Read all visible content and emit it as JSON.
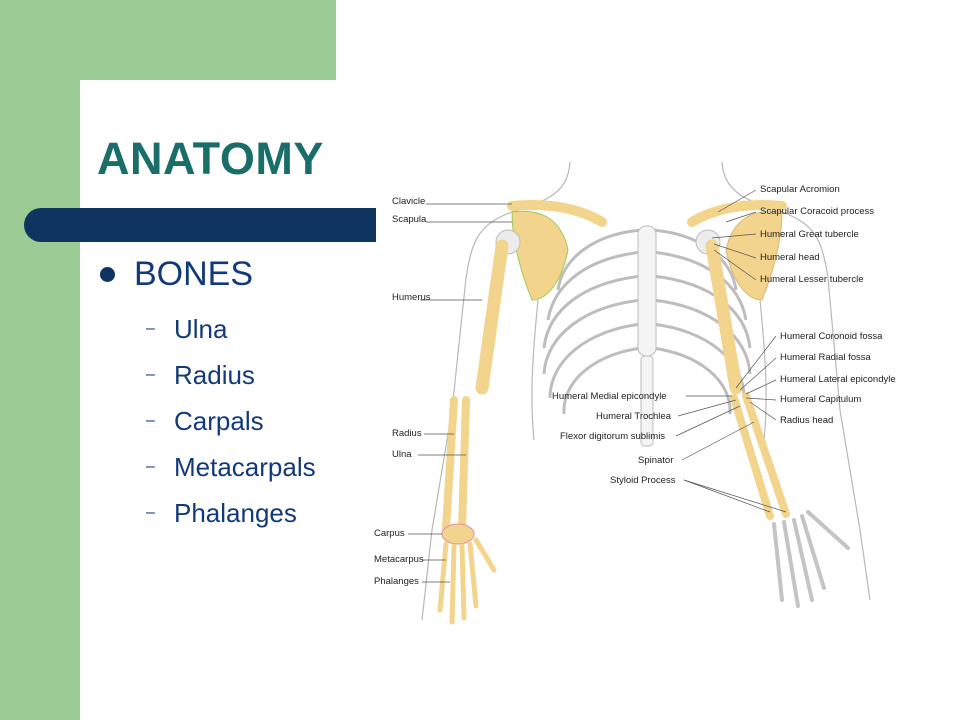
{
  "slide": {
    "title": "ANATOMY",
    "bullet": "BONES",
    "sub_items": [
      "Ulna",
      "Radius",
      "Carpals",
      "Metacarpals",
      "Phalanges"
    ],
    "dash": "–"
  },
  "diagram": {
    "labels_left": [
      "Clavicle",
      "Scapula",
      "Humerus",
      "Radius",
      "Ulna",
      "Carpus",
      "Metacarpus",
      "Phalanges"
    ],
    "labels_right": [
      "Scapular Acromion",
      "Scapular Coracoid process",
      "Humeral Great tubercle",
      "Humeral head",
      "Humeral Lesser tubercle",
      "Humeral Coronoid fossa",
      "Humeral Radial fossa",
      "Humeral Lateral epicondyle",
      "Humeral Capitulum",
      "Radius head"
    ],
    "labels_middle": [
      "Humeral Medial epicondyle",
      "Humeral Trochlea",
      "Flexor digitorum sublimis",
      "Spinator",
      "Styloid Process"
    ]
  },
  "colors": {
    "green": "#9ccc95",
    "navy": "#0d3560",
    "title_teal": "#196e6a",
    "text_blue": "#123a7a",
    "bone": "#f2d48c",
    "outline": "#b8b8b8"
  }
}
